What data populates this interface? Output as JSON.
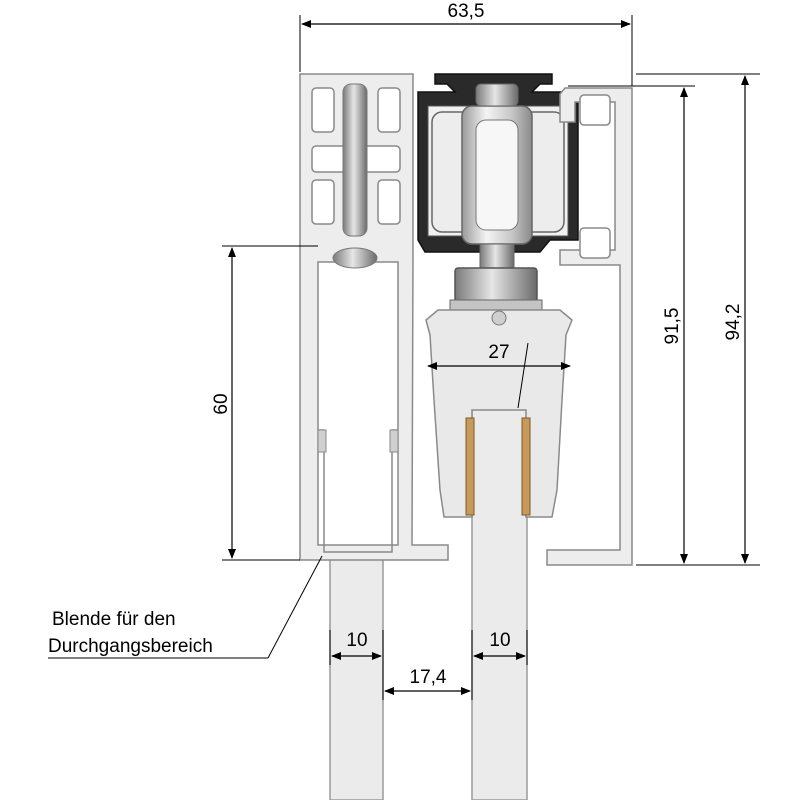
{
  "dimensions": {
    "overall_width": "63,5",
    "height_inner": "91,5",
    "height_outer": "94,2",
    "left_height": "60",
    "hanger_width": "27",
    "panel_thickness_left": "10",
    "panel_thickness_right": "10",
    "panel_gap": "17,4"
  },
  "callout": {
    "line1": "Blende für den",
    "line2": "Durchgangsbereich"
  },
  "colors": {
    "profile_fill": "#ededed",
    "profile_stroke": "#8a8a8a",
    "carriage_dark": "#222222",
    "roller_light": "#d8d8d8",
    "glass_fill": "#ebebeb",
    "wood_strip": "#c89a5a"
  }
}
